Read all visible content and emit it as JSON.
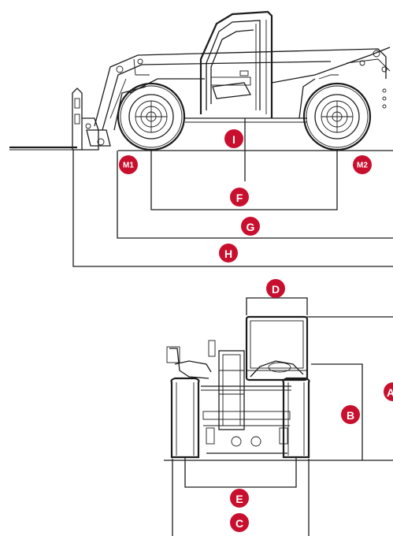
{
  "colors": {
    "marker": "#c8102e",
    "line": "#1c1c1c",
    "background": "#ffffff"
  },
  "side_view": {
    "markers": {
      "I": "I",
      "F": "F",
      "G": "G",
      "H": "H",
      "M1": "M1",
      "M2": "M2"
    }
  },
  "rear_view": {
    "markers": {
      "D": "D",
      "A": "A",
      "B": "B",
      "E": "E",
      "C": "C"
    }
  }
}
